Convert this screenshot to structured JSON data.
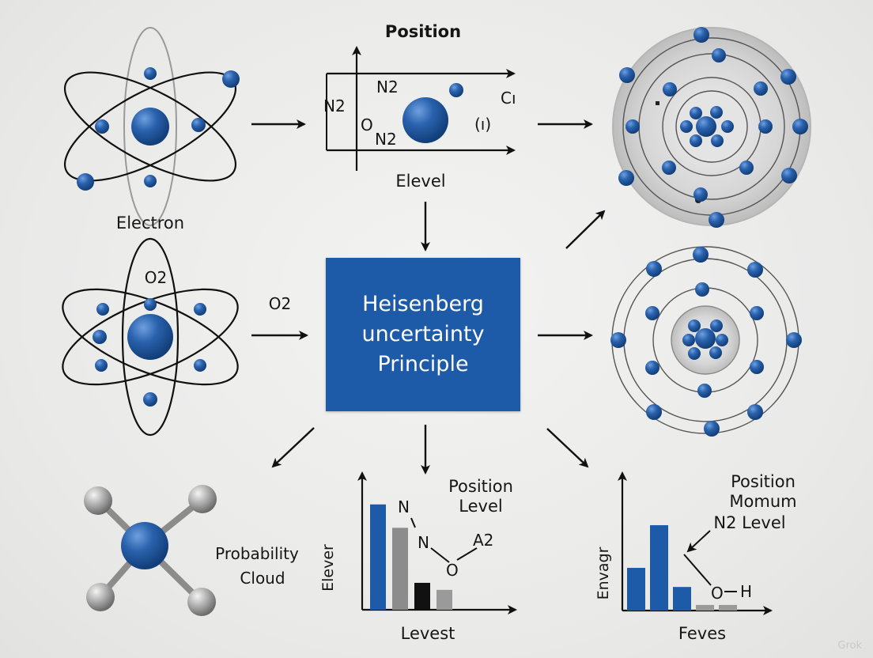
{
  "central_box": {
    "line1": "Heisenberg",
    "line2": "uncertainty",
    "line3": "Principle"
  },
  "atom_top_left": {
    "label": "Electron"
  },
  "atom_mid_left": {
    "label": "O2",
    "arrow_label": "O2"
  },
  "position_plot": {
    "title": "Position",
    "bottom_label": "Elevel",
    "labels": {
      "n2_top": "N2",
      "n2_left": "N2",
      "o_label": "O",
      "n2_lower": "N2",
      "c_label": "Cı",
      "paren_label": "(ı)"
    }
  },
  "molecule": {
    "label_line1": "Probability",
    "label_line2": "Cloud"
  },
  "chart_data": [
    {
      "type": "bar",
      "title": "",
      "xlabel": "Levest",
      "ylabel": "Elever",
      "series": [
        {
          "values": [
            9,
            7,
            2.3,
            1.7
          ]
        }
      ],
      "bar_colors": [
        "#1d5aa8",
        "#8c8c8c",
        "#111111",
        "#9a9a9a"
      ],
      "annotations": [
        "N",
        "N",
        "O",
        "A2",
        "Position",
        "Level"
      ]
    },
    {
      "type": "bar",
      "title": "",
      "xlabel": "Feves",
      "ylabel": "Envagr",
      "series": [
        {
          "values": [
            3.8,
            7.6,
            2.1,
            0.5,
            0.5
          ]
        }
      ],
      "bar_colors": [
        "#1d5aa8",
        "#1d5aa8",
        "#1d5aa8",
        "#9a9a9a",
        "#9a9a9a"
      ],
      "annotations": [
        "Position",
        "Momum",
        "N2 Level",
        "O",
        "H"
      ]
    }
  ],
  "watermark": "Grok",
  "colors": {
    "accent": "#1d5aa8",
    "background": "#ececeb",
    "text": "#161616"
  }
}
